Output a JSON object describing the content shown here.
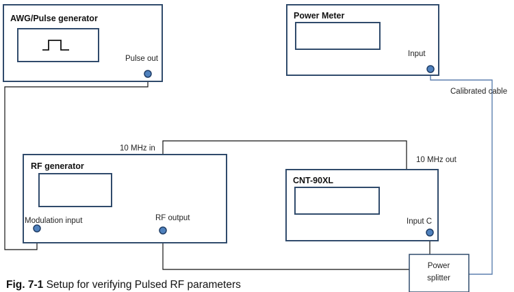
{
  "instruments": {
    "awg": {
      "title": "AWG/Pulse generator",
      "port_label": "Pulse out"
    },
    "power_meter": {
      "title": "Power Meter",
      "port_label": "Input"
    },
    "rf_generator": {
      "title": "RF generator",
      "port_label_mod": "Modulation input",
      "port_label_rf": "RF output"
    },
    "counter": {
      "title": "CNT-90XL",
      "port_label": "Input C"
    },
    "splitter": {
      "line1": "Power",
      "line2": "splitter"
    }
  },
  "connections": {
    "ref_in": "10 MHz in",
    "ref_out": "10 MHz out",
    "cable": "Calibrated cable"
  },
  "caption": {
    "label": "Fig. 7-1",
    "text": " Setup for verifying Pulsed RF parameters"
  },
  "colors": {
    "box_border": "#2f4a6b",
    "port_fill": "#4f81bd",
    "black_wire": "#111111",
    "calibrated_cable": "#5b7fae"
  }
}
